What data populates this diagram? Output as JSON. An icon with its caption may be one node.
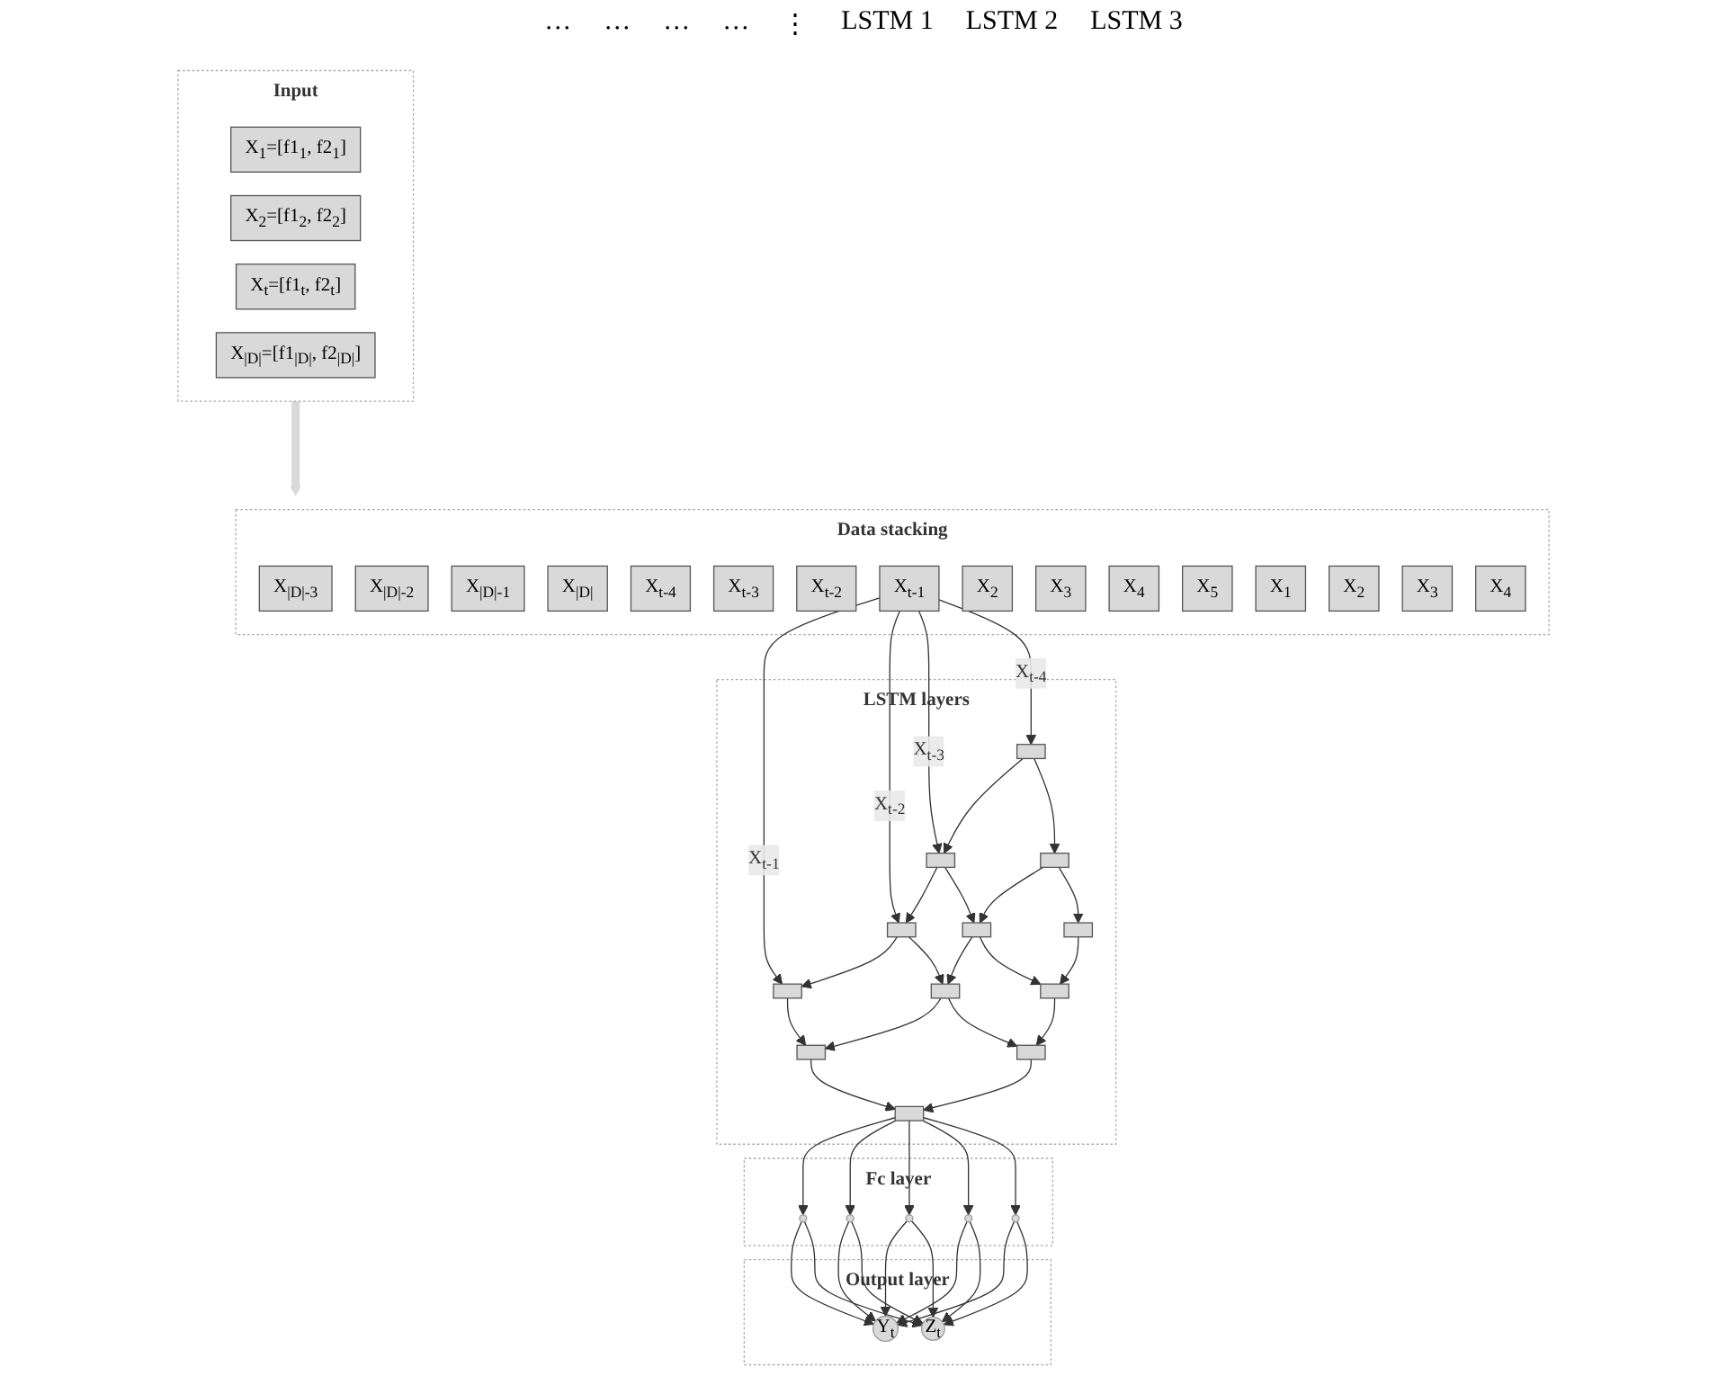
{
  "diagram": {
    "nodes": [
      {
        "text": [
          "Input"
        ]
      },
      {
        "text": [
          "X$_{1}$=[f1$_{1}$, f2$_{1}$]"
        ],
        "in": 0
      },
      {
        "text": [
          "X$_{2}$=[f1$_{2}$, f2$_{2}$]"
        ],
        "in": 0
      },
      {
        "text": [
          "X$_{t}$=[f1$_{t}$, f2$_{t}$]"
        ],
        "in": 0
      },
      {
        "text": [
          "X$_{|D|}$=[f1$_{|D|}$, f2$_{|D|}$]"
        ],
        "in": 0
      },
      {
        "text": [
          "Data stacking"
        ]
      },
      {
        "text": [
          "X$_{|D|-3}$"
        ],
        "in": 5
      },
      {
        "text": [
          "X$_{|D|-2}$"
        ],
        "in": 5
      },
      {
        "text": [
          "X$_{|D|-1}$"
        ],
        "in": 5
      },
      {
        "text": [
          "X$_{|D|}$"
        ],
        "in": 5
      },
      {
        "text": [
          "X$_{t-4}$"
        ],
        "in": 5
      },
      {
        "text": [
          "X$_{t-3}$"
        ],
        "in": 5
      },
      {
        "text": [
          "X$_{t-2}$"
        ],
        "in": 5
      },
      {
        "text": [
          "X$_{t-1}$"
        ],
        "in": 5
      },
      {
        "text": [
          "X$_{2}$"
        ],
        "in": 5
      },
      {
        "text": [
          "X$_{3}$"
        ],
        "in": 5
      },
      {
        "text": [
          "X$_{4}$"
        ],
        "in": 5
      },
      {
        "text": [
          "X$_{5}$"
        ],
        "in": 5
      },
      {
        "text": [
          "X$_{1}$"
        ],
        "in": 5
      },
      {
        "text": [
          "X$_{2}$"
        ],
        "in": 5
      },
      {
        "text": [
          "X$_{3}$"
        ],
        "in": 5
      },
      {
        "text": [
          "X$_{4}$"
        ],
        "in": 5
      },
      {
        "text": [
          "Output layer"
        ]
      },
      {
        "text": [
          "Y$_{t}$"
        ],
        "in": 22
      },
      {
        "text": [
          "Z$_{t}$"
        ],
        "in": 22
      },
      {
        "text": [
          "Fc layer"
        ]
      },
      {
        "text": [],
        "shape": "circle",
        "in": 25
      },
      {
        "text": [],
        "shape": "circle",
        "in": 25
      },
      {
        "text": [],
        "shape": "circle",
        "in": 25
      },
      {
        "text": [],
        "shape": "circle",
        "in": 25
      },
      {
        "text": [],
        "shape": "circle",
        "in": 25
      },
      {
        "text": [
          "LSTM layers"
        ]
      },
      {
        "text": [],
        "shape": "box",
        "in": 31
      },
      {
        "text": [],
        "shape": "box",
        "in": 31
      },
      {
        "text": [],
        "shape": "box",
        "in": 31
      },
      {
        "text": [],
        "shape": "box",
        "in": 31
      },
      {
        "text": [],
        "shape": "box",
        "in": 31
      },
      {
        "text": [],
        "shape": "box",
        "in": 31
      },
      {
        "text": [],
        "shape": "box",
        "in": 31
      },
      {
        "text": [],
        "shape": "box",
        "in": 31
      },
      {
        "text": [],
        "shape": "box",
        "in": 31
      },
      {
        "text": [],
        "shape": "box",
        "in": 31
      },
      {
        "text": [],
        "shape": "box",
        "in": 31
      },
      {
        "text": [],
        "shape": "box",
        "in": 31
      }
    ],
    "edges": [
      {
        "from": 0,
        "to": 5,
        "arrow": "to",
        "style": "thick",
        "color": "#d9d9d9"
      },
      {
        "from": 13,
        "to": 32,
        "arrow": "to",
        "label": "X$_{t-1}$"
      },
      {
        "from": 13,
        "to": 33,
        "arrow": "to",
        "label": "X$_{t-2}$"
      },
      {
        "from": 13,
        "to": 34,
        "arrow": "to",
        "label": "X$_{t-3}$"
      },
      {
        "from": 13,
        "to": 35,
        "arrow": "to",
        "label": "X$_{t-4}$"
      },
      {
        "from": 35,
        "to": 34,
        "arrow": "to"
      },
      {
        "from": 34,
        "to": 33,
        "arrow": "to"
      },
      {
        "from": 33,
        "to": 32,
        "arrow": "to"
      },
      {
        "from": 39,
        "to": 38,
        "arrow": "to"
      },
      {
        "from": 38,
        "to": 37,
        "arrow": "to"
      },
      {
        "from": 37,
        "to": 36,
        "arrow": "to"
      },
      {
        "from": 43,
        "to": 42,
        "arrow": "to"
      },
      {
        "from": 42,
        "to": 41,
        "arrow": "to"
      },
      {
        "from": 41,
        "to": 40,
        "arrow": "to"
      },
      {
        "from": 32,
        "to": 36,
        "arrow": "to"
      },
      {
        "from": 33,
        "to": 37,
        "arrow": "to"
      },
      {
        "from": 34,
        "to": 38,
        "arrow": "to"
      },
      {
        "from": 35,
        "to": 39,
        "arrow": "to"
      },
      {
        "from": 36,
        "to": 40,
        "arrow": "to"
      },
      {
        "from": 37,
        "to": 41,
        "arrow": "to"
      },
      {
        "from": 38,
        "to": 42,
        "arrow": "to"
      },
      {
        "from": 39,
        "to": 43,
        "arrow": "to"
      },
      {
        "from": 40,
        "to": 26,
        "arrow": "to"
      },
      {
        "from": 40,
        "to": 27,
        "arrow": "to"
      },
      {
        "from": 40,
        "to": 28,
        "arrow": "to"
      },
      {
        "from": 40,
        "to": 29,
        "arrow": "to"
      },
      {
        "from": 40,
        "to": 30,
        "arrow": "to"
      },
      {
        "from": 26,
        "to": 23,
        "arrow": "to"
      },
      {
        "from": 26,
        "to": 24,
        "arrow": "to"
      },
      {
        "from": 27,
        "to": 23,
        "arrow": "to"
      },
      {
        "from": 27,
        "to": 24,
        "arrow": "to"
      },
      {
        "from": 28,
        "to": 23,
        "arrow": "to"
      },
      {
        "from": 28,
        "to": 24,
        "arrow": "to"
      },
      {
        "from": 29,
        "to": 23,
        "arrow": "to"
      },
      {
        "from": 29,
        "to": 24,
        "arrow": "to"
      },
      {
        "from": 30,
        "to": 23,
        "arrow": "to"
      },
      {
        "from": 30,
        "to": 24,
        "arrow": "to"
      }
    ],
    "labels": [
      "…",
      "…",
      "…",
      "…",
      "⋮",
      "LSTM 1",
      "LSTM 2",
      "LSTM 3"
    ]
  }
}
